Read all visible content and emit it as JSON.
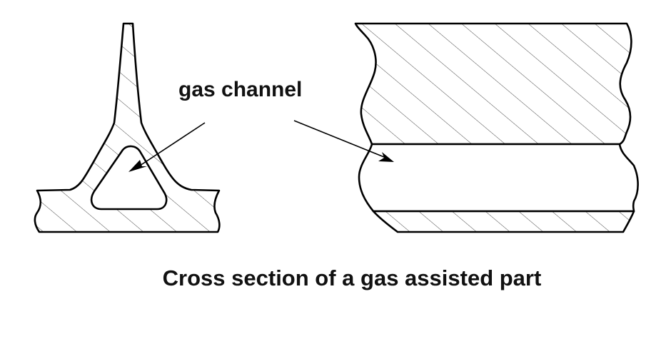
{
  "diagram": {
    "title": "Cross section of a gas assisted part",
    "callout_label": "gas channel",
    "parts": [
      {
        "name": "rib-cross-section",
        "description": "T-shaped rib with triangular gas channel"
      },
      {
        "name": "wall-cross-section",
        "description": "Thick wall section with horizontal gas channel"
      }
    ],
    "colors": {
      "line": "#000000",
      "hatch": "#333333",
      "background": "#ffffff"
    }
  }
}
